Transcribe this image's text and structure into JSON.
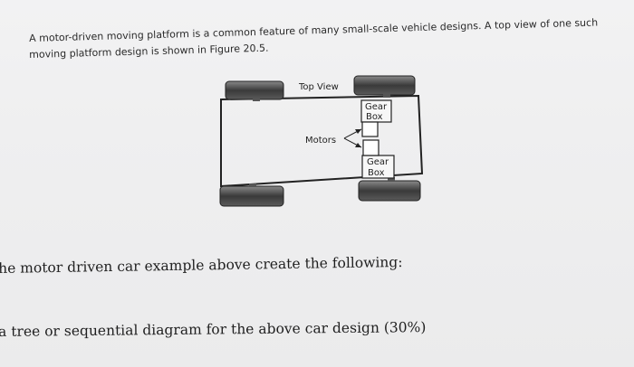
{
  "intro": {
    "line1": "A motor-driven moving platform is a common feature of many small-scale vehicle designs. A top view of one such",
    "line2": "moving platform design is shown in Figure 20.5."
  },
  "figure": {
    "title": "Top View",
    "motors_label": "Motors",
    "gearbox_top": [
      "Gear",
      "Box"
    ],
    "gearbox_bottom": [
      "Gear",
      "Box"
    ]
  },
  "question": {
    "line1": "he motor driven car example above create the following:",
    "line2": "a tree or sequential diagram for the above car design (30%)"
  }
}
